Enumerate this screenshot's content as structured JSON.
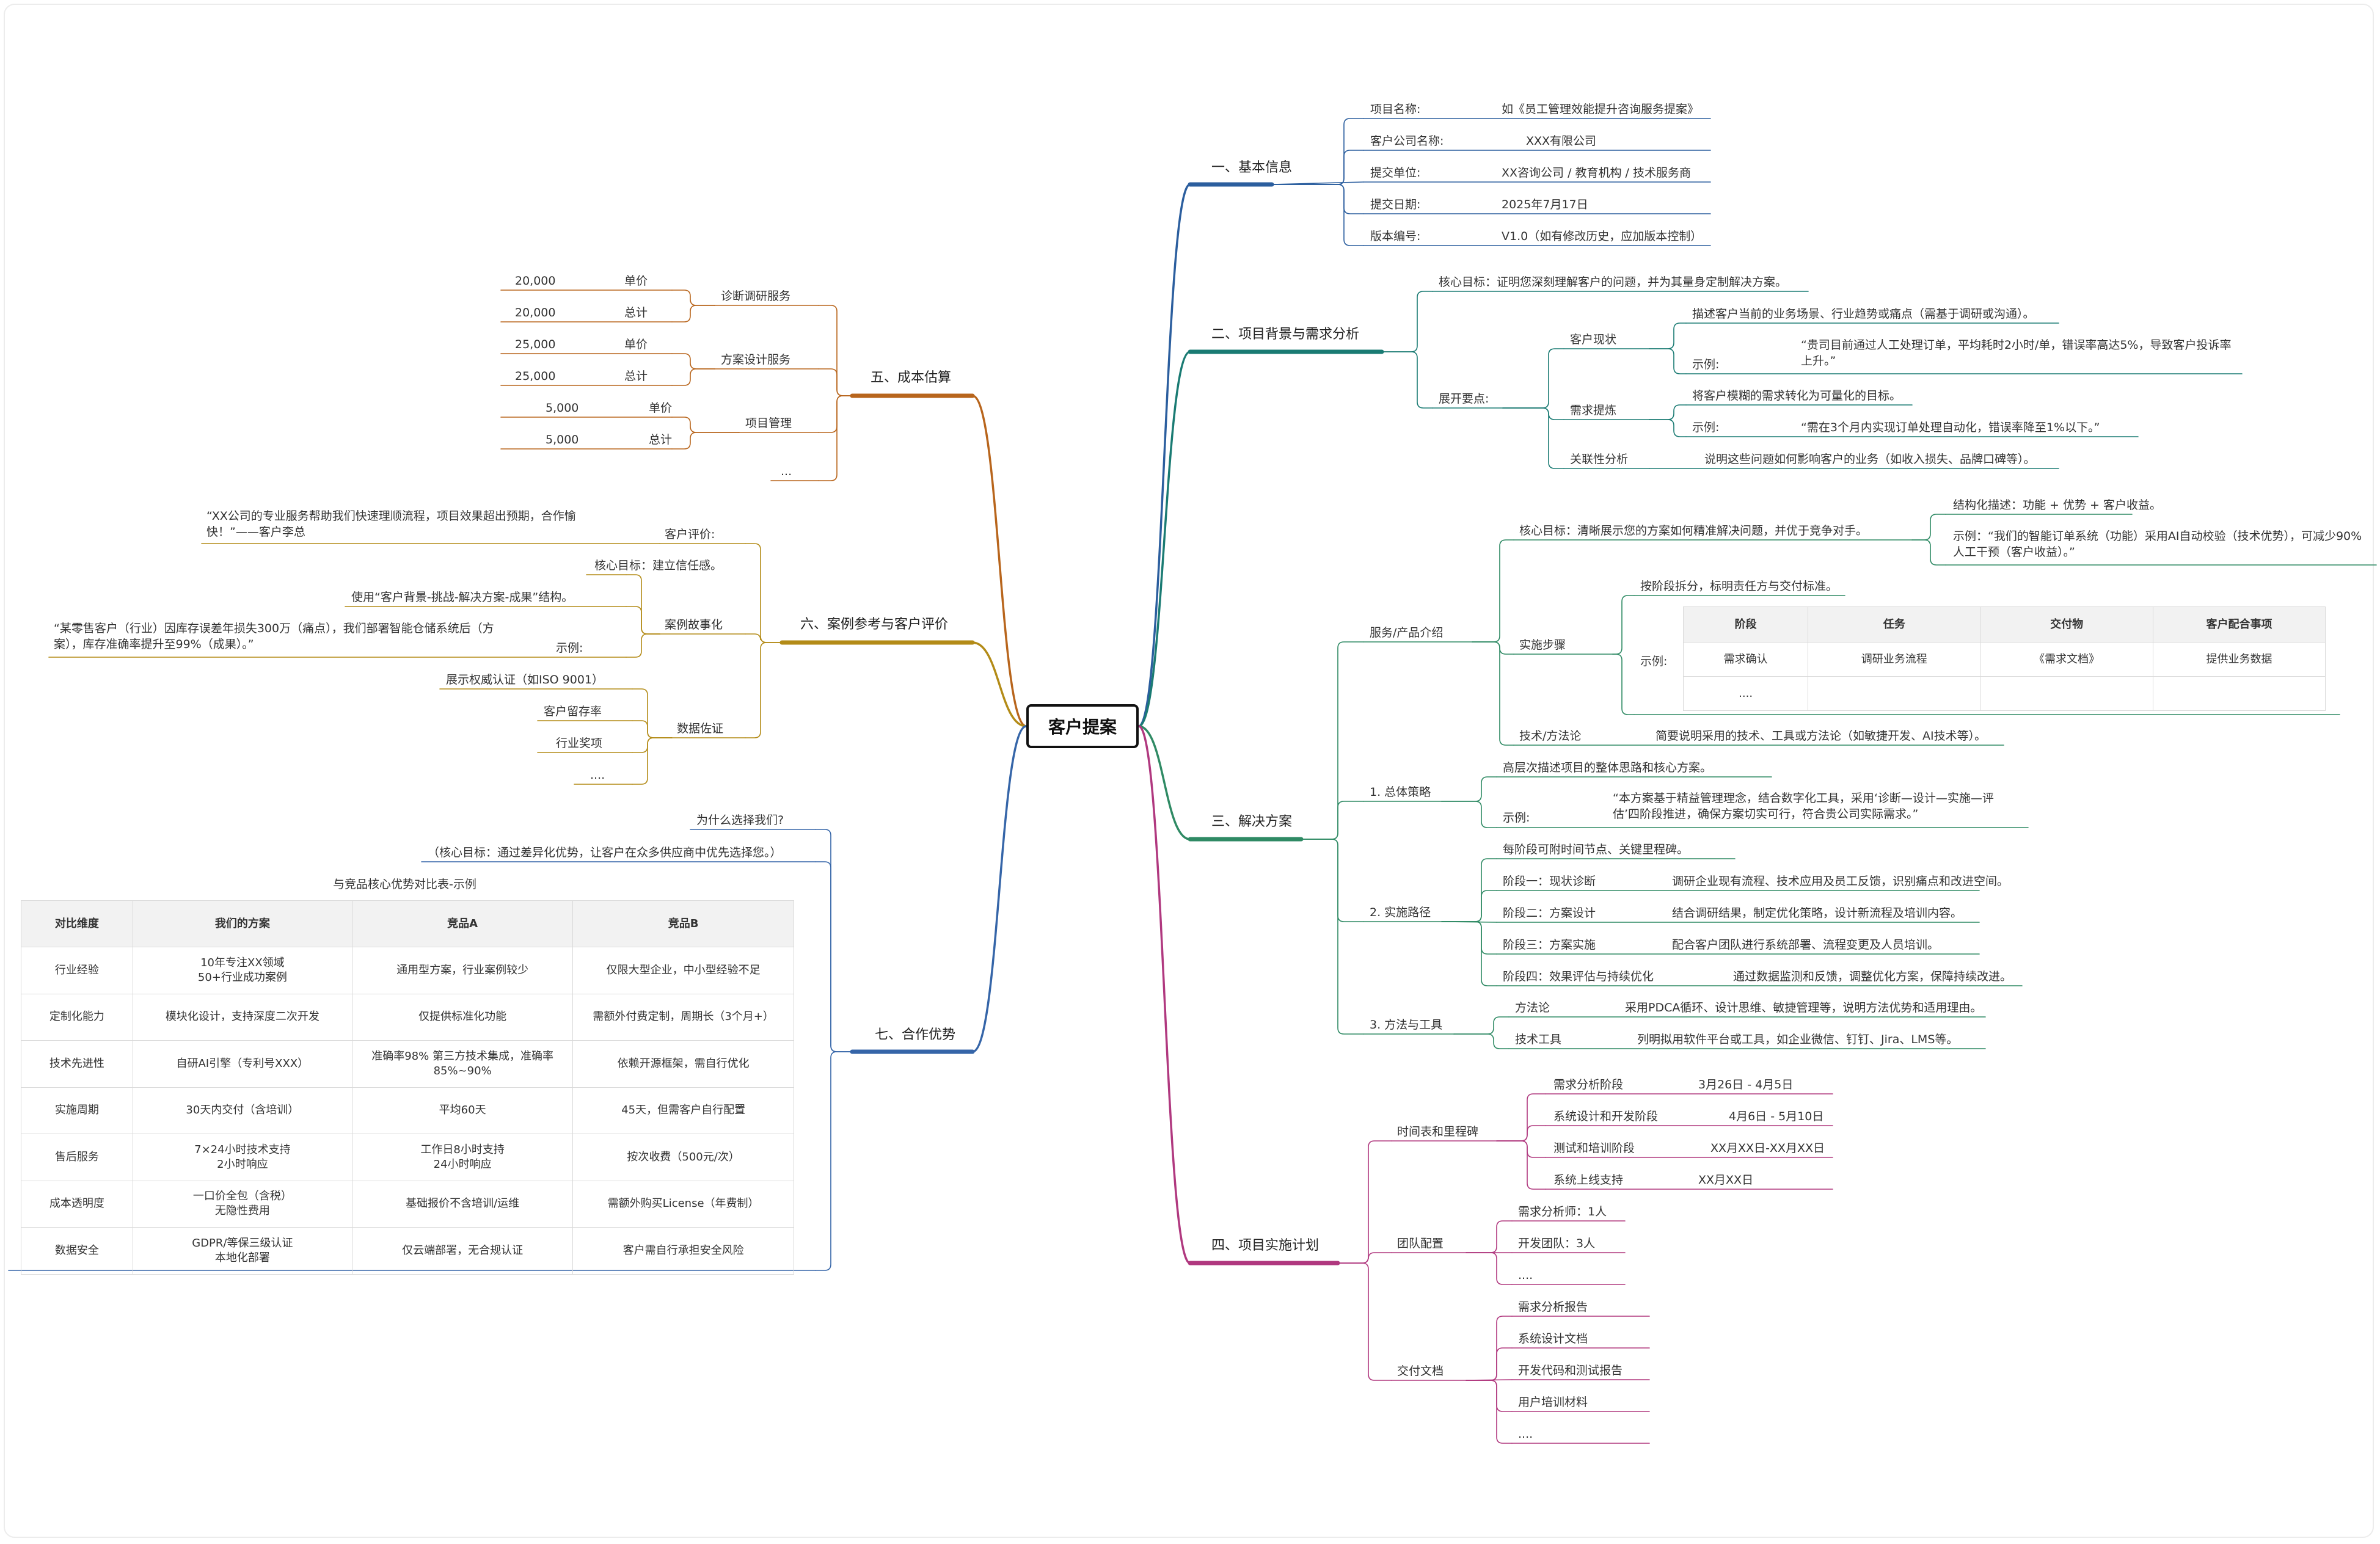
{
  "central": "客户提案",
  "branches": {
    "basic": {
      "title": "一、基本信息",
      "rows": [
        {
          "label": "项目名称:",
          "value": "如《员工管理效能提升咨询服务提案》"
        },
        {
          "label": "客户公司名称:",
          "value": "XXX有限公司"
        },
        {
          "label": "提交单位:",
          "value": "XX咨询公司 / 教育机构 / 技术服务商"
        },
        {
          "label": "提交日期:",
          "value": "2025年7月17日"
        },
        {
          "label": "版本编号:",
          "value": "V1.0（如有修改历史，应加版本控制）"
        }
      ]
    },
    "background": {
      "title": "二、项目背景与需求分析",
      "core": "核心目标：证明您深刻理解客户的问题，并为其量身定制解决方案。",
      "expand": "展开要点:",
      "status": "客户现状",
      "status_desc": "描述客户当前的业务场景、行业趋势或痛点（需基于调研或沟通）。",
      "status_example_label": "示例:",
      "status_example": "“贵司目前通过人工处理订单，平均耗时2小时/单，错误率高达5%，导致客户投诉率上升。”",
      "needs": "需求提炼",
      "needs_desc": "将客户模糊的需求转化为可量化的目标。",
      "needs_example_label": "示例:",
      "needs_example": "“需在3个月内实现订单处理自动化，错误率降至1%以下。”",
      "relevance": "关联性分析",
      "relevance_desc": "说明这些问题如何影响客户的业务（如收入损失、品牌口碑等）。"
    },
    "solution": {
      "title": "三、解决方案",
      "service": "服务/产品介绍",
      "core": "核心目标：清晰展示您的方案如何精准解决问题，并优于竞争对手。",
      "structured": "结构化描述：功能 + 优势 + 客户收益。",
      "example": "示例：“我们的智能订单系统（功能）采用AI自动校验（技术优势），可减少90%人工干预（客户收益）。”",
      "steps": "实施步骤",
      "steps_desc": "按阶段拆分，标明责任方与交付标准。",
      "steps_example_label": "示例:",
      "steps_table": {
        "headers": [
          "阶段",
          "任务",
          "交付物",
          "客户配合事项"
        ],
        "rows": [
          [
            "需求确认",
            "调研业务流程",
            "《需求文档》",
            "提供业务数据"
          ],
          [
            "....",
            "",
            "",
            ""
          ]
        ]
      },
      "tech": "技术/方法论",
      "tech_desc": "简要说明采用的技术、工具或方法论（如敏捷开发、AI技术等）。",
      "strategy": "1. 总体策略",
      "strategy_desc": "高层次描述项目的整体思路和核心方案。",
      "strategy_example_label": "示例:",
      "strategy_example": "“本方案基于精益管理理念，结合数字化工具，采用‘诊断—设计—实施—评估’四阶段推进，确保方案切实可行，符合贵公司实际需求。”",
      "path": "2. 实施路径",
      "path_desc": "每阶段可附时间节点、关键里程碑。",
      "phases": [
        {
          "label": "阶段一：现状诊断",
          "desc": "调研企业现有流程、技术应用及员工反馈，识别痛点和改进空间。"
        },
        {
          "label": "阶段二：方案设计",
          "desc": "结合调研结果，制定优化策略，设计新流程及培训内容。"
        },
        {
          "label": "阶段三：方案实施",
          "desc": "配合客户团队进行系统部署、流程变更及人员培训。"
        },
        {
          "label": "阶段四：效果评估与持续优化",
          "desc": "通过数据监测和反馈，调整优化方案，保障持续改进。"
        }
      ],
      "methods": "3. 方法与工具",
      "methodology": "方法论",
      "methodology_desc": "采用PDCA循环、设计思维、敏捷管理等，说明方法优势和适用理由。",
      "tools": "技术工具",
      "tools_desc": "列明拟用软件平台或工具，如企业微信、钉钉、Jira、LMS等。"
    },
    "plan": {
      "title": "四、项目实施计划",
      "timeline": "时间表和里程碑",
      "milestones": [
        {
          "label": "需求分析阶段",
          "value": "3月26日 - 4月5日"
        },
        {
          "label": "系统设计和开发阶段",
          "value": "4月6日 - 5月10日"
        },
        {
          "label": "测试和培训阶段",
          "value": "XX月XX日-XX月XX日"
        },
        {
          "label": "系统上线支持",
          "value": "XX月XX日"
        }
      ],
      "team": "团队配置",
      "team_items": [
        "需求分析师：1人",
        "开发团队：3人",
        "...."
      ],
      "deliver": "交付文档",
      "deliver_items": [
        "需求分析报告",
        "系统设计文档",
        "开发代码和测试报告",
        "用户培训材料",
        "...."
      ]
    },
    "cost": {
      "title": "五、成本估算",
      "groups": [
        {
          "name": "诊断调研服务",
          "rows": [
            {
              "value": "20,000",
              "label": "单价"
            },
            {
              "value": "20,000",
              "label": "总计"
            }
          ]
        },
        {
          "name": "方案设计服务",
          "rows": [
            {
              "value": "25,000",
              "label": "单价"
            },
            {
              "value": "25,000",
              "label": "总计"
            }
          ]
        },
        {
          "name": "项目管理",
          "rows": [
            {
              "value": "5,000",
              "label": "单价"
            },
            {
              "value": "5,000",
              "label": "总计"
            }
          ]
        }
      ],
      "more": "..."
    },
    "cases": {
      "title": "六、案例参考与客户评价",
      "review": "客户评价:",
      "review_quote": "“XX公司的专业服务帮助我们快速理顺流程，项目效果超出预期，合作愉快！”——客户李总",
      "story": "案例故事化",
      "story_core": "核心目标：建立信任感。",
      "story_structure": "使用“客户背景-挑战-解决方案-成果”结构。",
      "story_example_label": "示例:",
      "story_example": "“某零售客户（行业）因库存误差年损失300万（痛点），我们部署智能仓储系统后（方案），库存准确率提升至99%（成果）。”",
      "data": "数据佐证",
      "data_items": [
        "展示权威认证（如ISO 9001）",
        "客户留存率",
        "行业奖项",
        "...."
      ]
    },
    "advantage": {
      "title": "七、合作优势",
      "why": "为什么选择我们?",
      "core": "（核心目标：通过差异化优势，让客户在众多供应商中优先选择您。）",
      "table_title": "与竞品核心优势对比表-示例",
      "table": {
        "headers": [
          "对比维度",
          "我们的方案",
          "竞品A",
          "竞品B"
        ],
        "rows": [
          [
            "行业经验",
            "10年专注XX领域\n50+行业成功案例",
            "通用型方案，行业案例较少",
            "仅限大型企业，中小型经验不足"
          ],
          [
            "定制化能力",
            "模块化设计，支持深度二次开发",
            "仅提供标准化功能",
            "需额外付费定制，周期长（3个月+）"
          ],
          [
            "技术先进性",
            "自研AI引擎（专利号XXX）",
            "准确率98% 第三方技术集成，准确率85%~90%",
            "依赖开源框架，需自行优化"
          ],
          [
            "实施周期",
            "30天内交付（含培训）",
            "平均60天",
            "45天，但需客户自行配置"
          ],
          [
            "售后服务",
            "7×24小时技术支持\n2小时响应",
            "工作日8小时支持\n24小时响应",
            "按次收费（500元/次）"
          ],
          [
            "成本透明度",
            "一口价全包（含税）\n无隐性费用",
            "基础报价不含培训/运维",
            "需额外购买License（年费制）"
          ],
          [
            "数据安全",
            "GDPR/等保三级认证\n本地化部署",
            "仅云端部署，无合规认证",
            "客户需自行承担安全风险"
          ]
        ]
      }
    }
  },
  "colors": {
    "basic": "#2b5e9e",
    "background": "#1a7b73",
    "solution": "#2f8a64",
    "plan": "#b0387f",
    "cost": "#b8651c",
    "cases": "#b38b17",
    "advantage": "#3565a8"
  }
}
